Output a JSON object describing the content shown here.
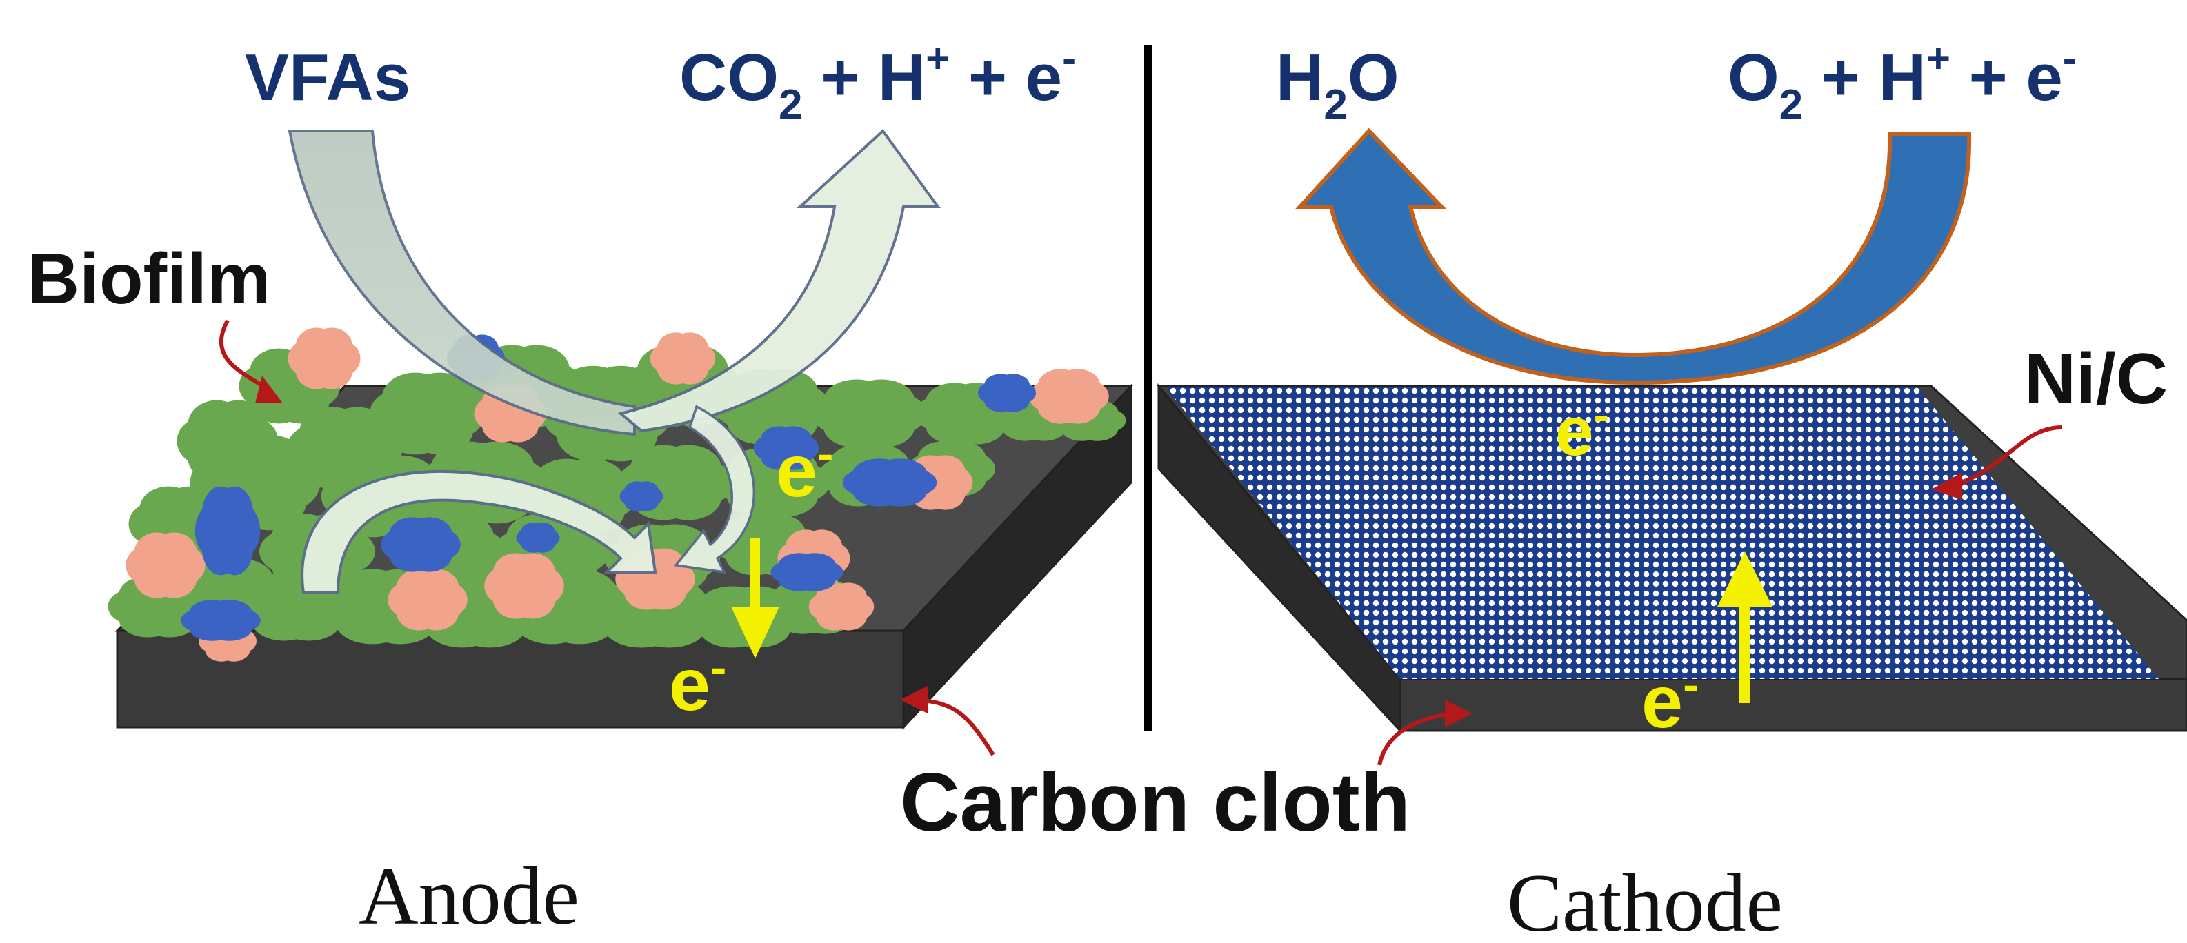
{
  "anode": {
    "input_label": "VFAs",
    "output": {
      "co2": "CO",
      "co2_sub": "2",
      "plus1": " + H",
      "h_sup": "+",
      "plus2": " + e",
      "e_sup": "-"
    },
    "biofilm_label": "Biofilm",
    "electron_upper": {
      "base": "e",
      "sup": "-"
    },
    "electron_lower": {
      "base": "e",
      "sup": "-"
    },
    "name": "Anode"
  },
  "cathode": {
    "output": {
      "h": "H",
      "h_sub": "2",
      "o": "O"
    },
    "input": {
      "o2": "O",
      "o2_sub": "2",
      "plus1": " + H",
      "h_sup": "+",
      "plus2": " + e",
      "e_sup": "-"
    },
    "catalyst_label": "Ni/C",
    "electron_top": {
      "base": "e",
      "sup": "-"
    },
    "electron_bottom": {
      "base": "e",
      "sup": "-"
    },
    "name": "Cathode"
  },
  "shared": {
    "electrode_label": "Carbon cloth"
  },
  "colors": {
    "label_blue": "#16326e",
    "electron_yellow": "#f3f000",
    "biofilm_green": "#6aa84f",
    "microbe_blue": "#3b63c4",
    "microbe_pink": "#f2a38c",
    "electrode_dark": "#3a3a3a",
    "catalyst_blue": "#1c3f8f",
    "cathode_arrow_blue": "#2f6fb3",
    "cathode_arrow_outline": "#c0621e",
    "pointer_red": "#b51818"
  }
}
